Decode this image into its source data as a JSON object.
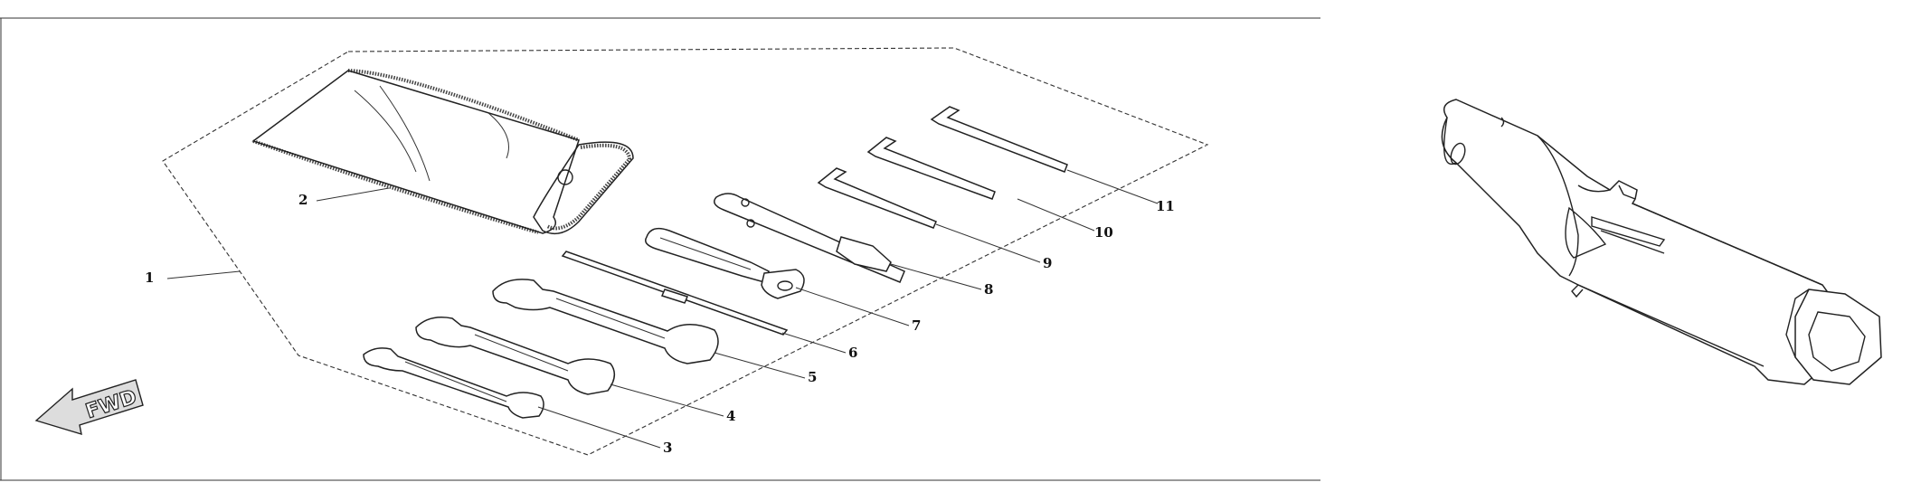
{
  "callouts": [
    "1",
    "2",
    "3",
    "4",
    "5",
    "6",
    "7",
    "8",
    "9",
    "10",
    "11"
  ],
  "direction_marker": {
    "text": "FWD",
    "icon": "forward-arrow-icon"
  }
}
